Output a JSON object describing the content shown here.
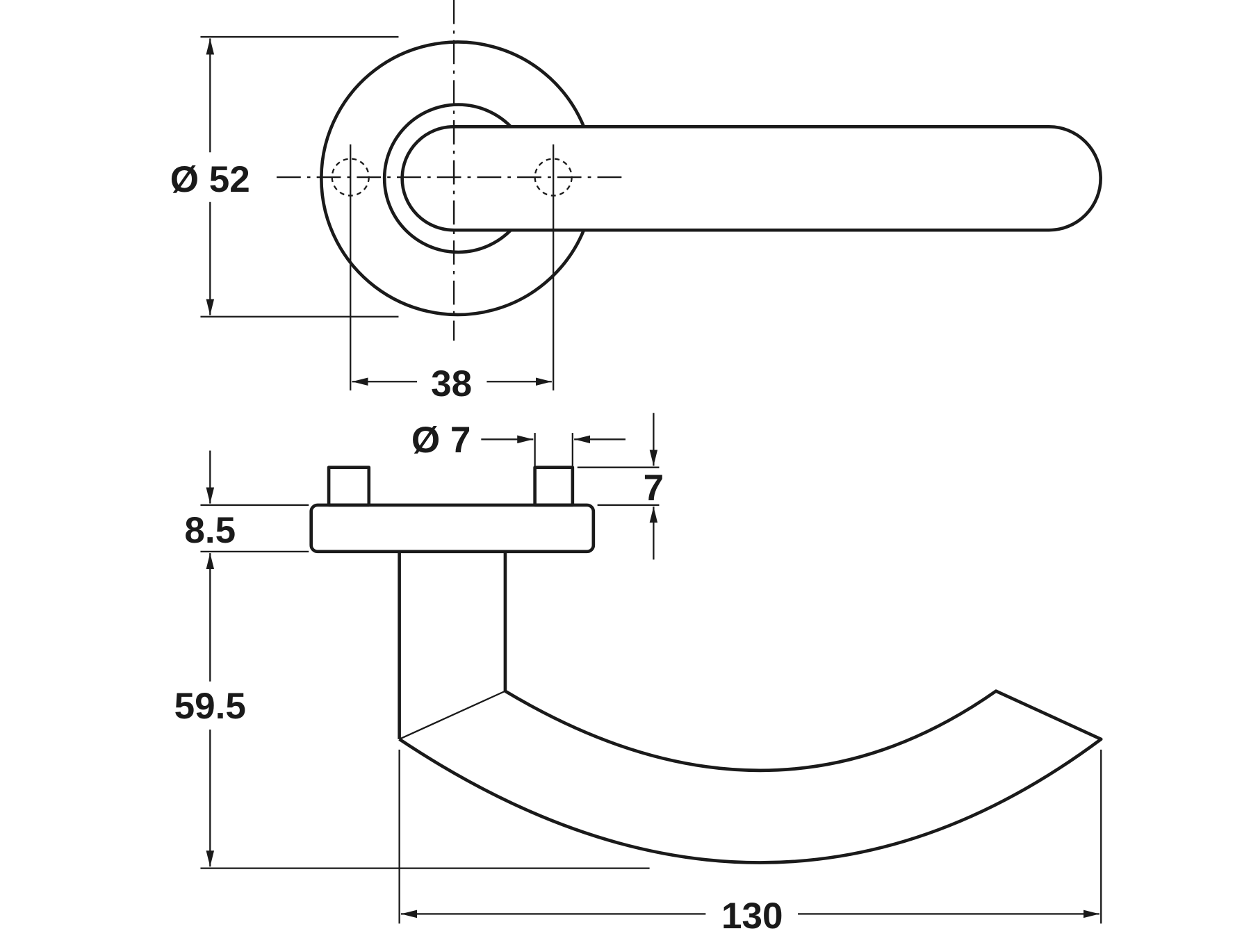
{
  "dimensions": {
    "rose_diameter": "Ø 52",
    "hole_spacing": "38",
    "pin_diameter": "Ø 7",
    "pin_height": "7",
    "rose_thickness": "8.5",
    "lever_height": "59.5",
    "lever_length": "130"
  }
}
